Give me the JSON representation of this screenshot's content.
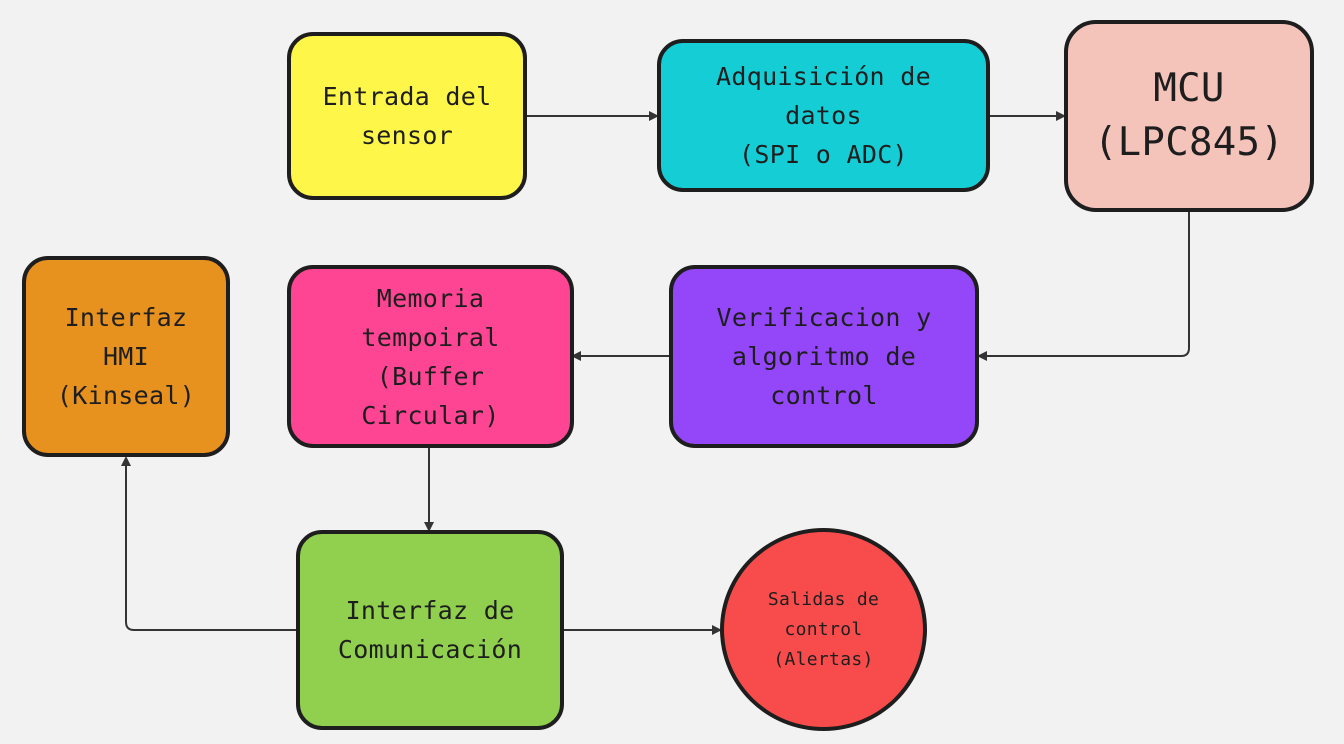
{
  "diagram": {
    "nodes": [
      {
        "id": "sensor_input",
        "label": "Entrada del\nsensor",
        "fill": "#fff64a"
      },
      {
        "id": "data_acquisition",
        "label": "Adquisición de\ndatos\n(SPI o ADC)",
        "fill": "#15cdd5"
      },
      {
        "id": "mcu",
        "label": "MCU\n(LPC845)",
        "fill": "#f4c4bb"
      },
      {
        "id": "verification",
        "label": "Verificacion y\nalgoritmo de\ncontrol",
        "fill": "#9447f9"
      },
      {
        "id": "buffer_memory",
        "label": "Memoria\ntempoiral\n(Buffer\nCircular)",
        "fill": "#fe4593"
      },
      {
        "id": "hmi",
        "label": "Interfaz\nHMI\n(Kinseal)",
        "fill": "#e7911f"
      },
      {
        "id": "comm_interface",
        "label": "Interfaz de\nComunicación",
        "fill": "#90d04e"
      },
      {
        "id": "control_outputs",
        "label": "Salidas de\ncontrol\n(Alertas)",
        "fill": "#f84c4c",
        "shape": "circle"
      }
    ],
    "edges": [
      {
        "from": "sensor_input",
        "to": "data_acquisition"
      },
      {
        "from": "data_acquisition",
        "to": "mcu"
      },
      {
        "from": "mcu",
        "to": "verification"
      },
      {
        "from": "verification",
        "to": "buffer_memory"
      },
      {
        "from": "buffer_memory",
        "to": "comm_interface"
      },
      {
        "from": "comm_interface",
        "to": "hmi"
      },
      {
        "from": "comm_interface",
        "to": "control_outputs"
      }
    ],
    "line_color": "#343434"
  }
}
